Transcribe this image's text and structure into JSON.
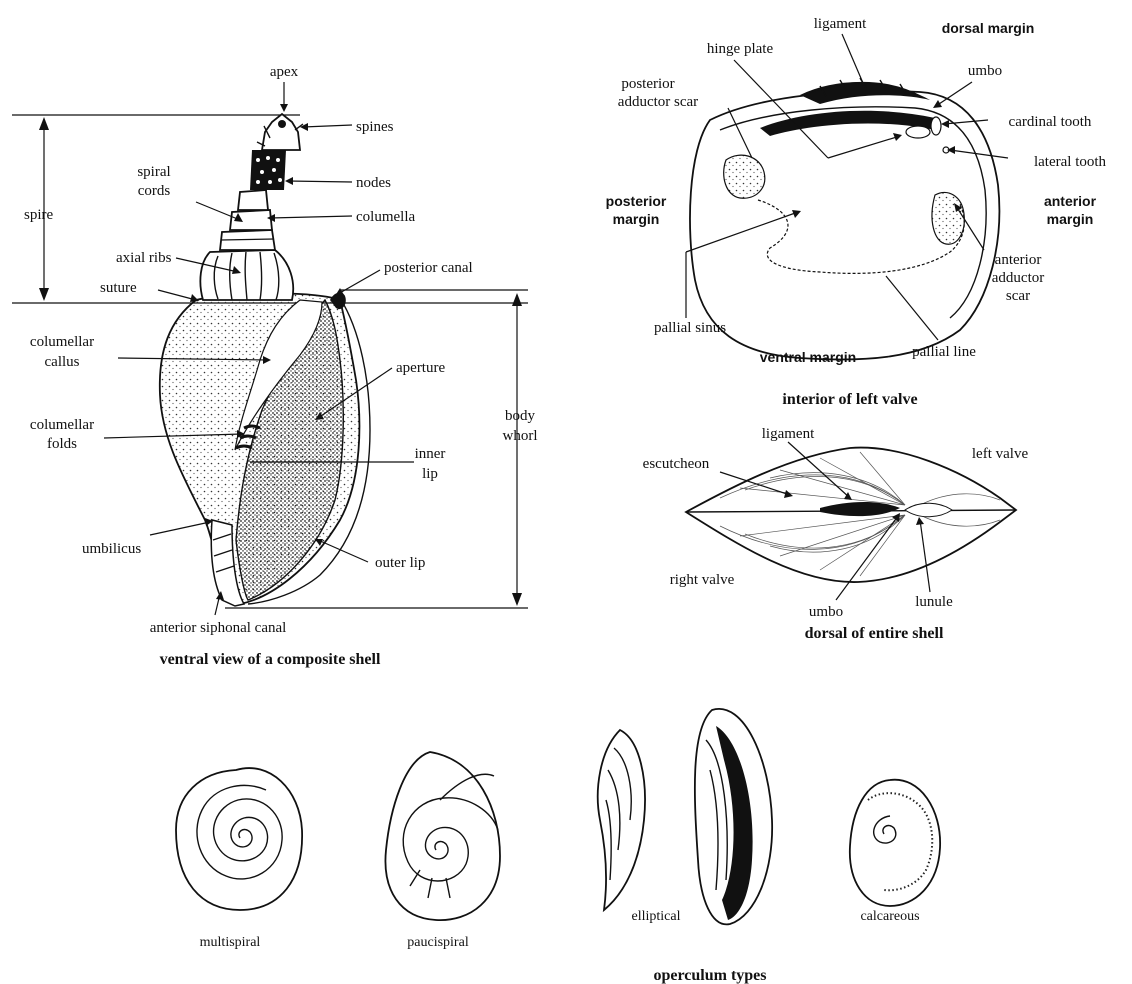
{
  "gastropod": {
    "labels": {
      "apex": "apex",
      "spines": "spines",
      "spiral_cords": [
        "spiral",
        "cords"
      ],
      "nodes": "nodes",
      "spire": "spire",
      "columella": "columella",
      "axial_ribs": "axial ribs",
      "suture": "suture",
      "posterior_canal": "posterior canal",
      "columellar_callus": [
        "columellar",
        "callus"
      ],
      "aperture": "aperture",
      "columellar_folds": [
        "columellar",
        "folds"
      ],
      "body_whorl": [
        "body",
        "whorl"
      ],
      "inner_lip": [
        "inner",
        "lip"
      ],
      "umbilicus": "umbilicus",
      "outer_lip": "outer lip",
      "anterior_siphonal_canal": "anterior siphonal canal"
    },
    "caption": "ventral view of a composite shell"
  },
  "bivalve_interior": {
    "labels": {
      "ligament": "ligament",
      "dorsal_margin": "dorsal margin",
      "hinge_plate": "hinge plate",
      "umbo": "umbo",
      "posterior_adductor_scar": [
        "posterior",
        "adductor scar"
      ],
      "cardinal_tooth": "cardinal tooth",
      "lateral_tooth": "lateral tooth",
      "posterior_margin": [
        "posterior",
        "margin"
      ],
      "anterior_margin": [
        "anterior",
        "margin"
      ],
      "anterior_adductor_scar": [
        "anterior",
        "adductor",
        "scar"
      ],
      "pallial_sinus": "pallial sinus",
      "ventral_margin": "ventral margin",
      "pallial_line": "pallial line"
    },
    "caption": "interior of left valve"
  },
  "bivalve_dorsal": {
    "labels": {
      "ligament": "ligament",
      "escutcheon": "escutcheon",
      "left_valve": "left valve",
      "right_valve": "right valve",
      "umbo": "umbo",
      "lunule": "lunule"
    },
    "caption": "dorsal of entire shell"
  },
  "operculum": {
    "types": [
      "multispiral",
      "paucispiral",
      "elliptical",
      "calcareous"
    ],
    "caption": "operculum types"
  }
}
